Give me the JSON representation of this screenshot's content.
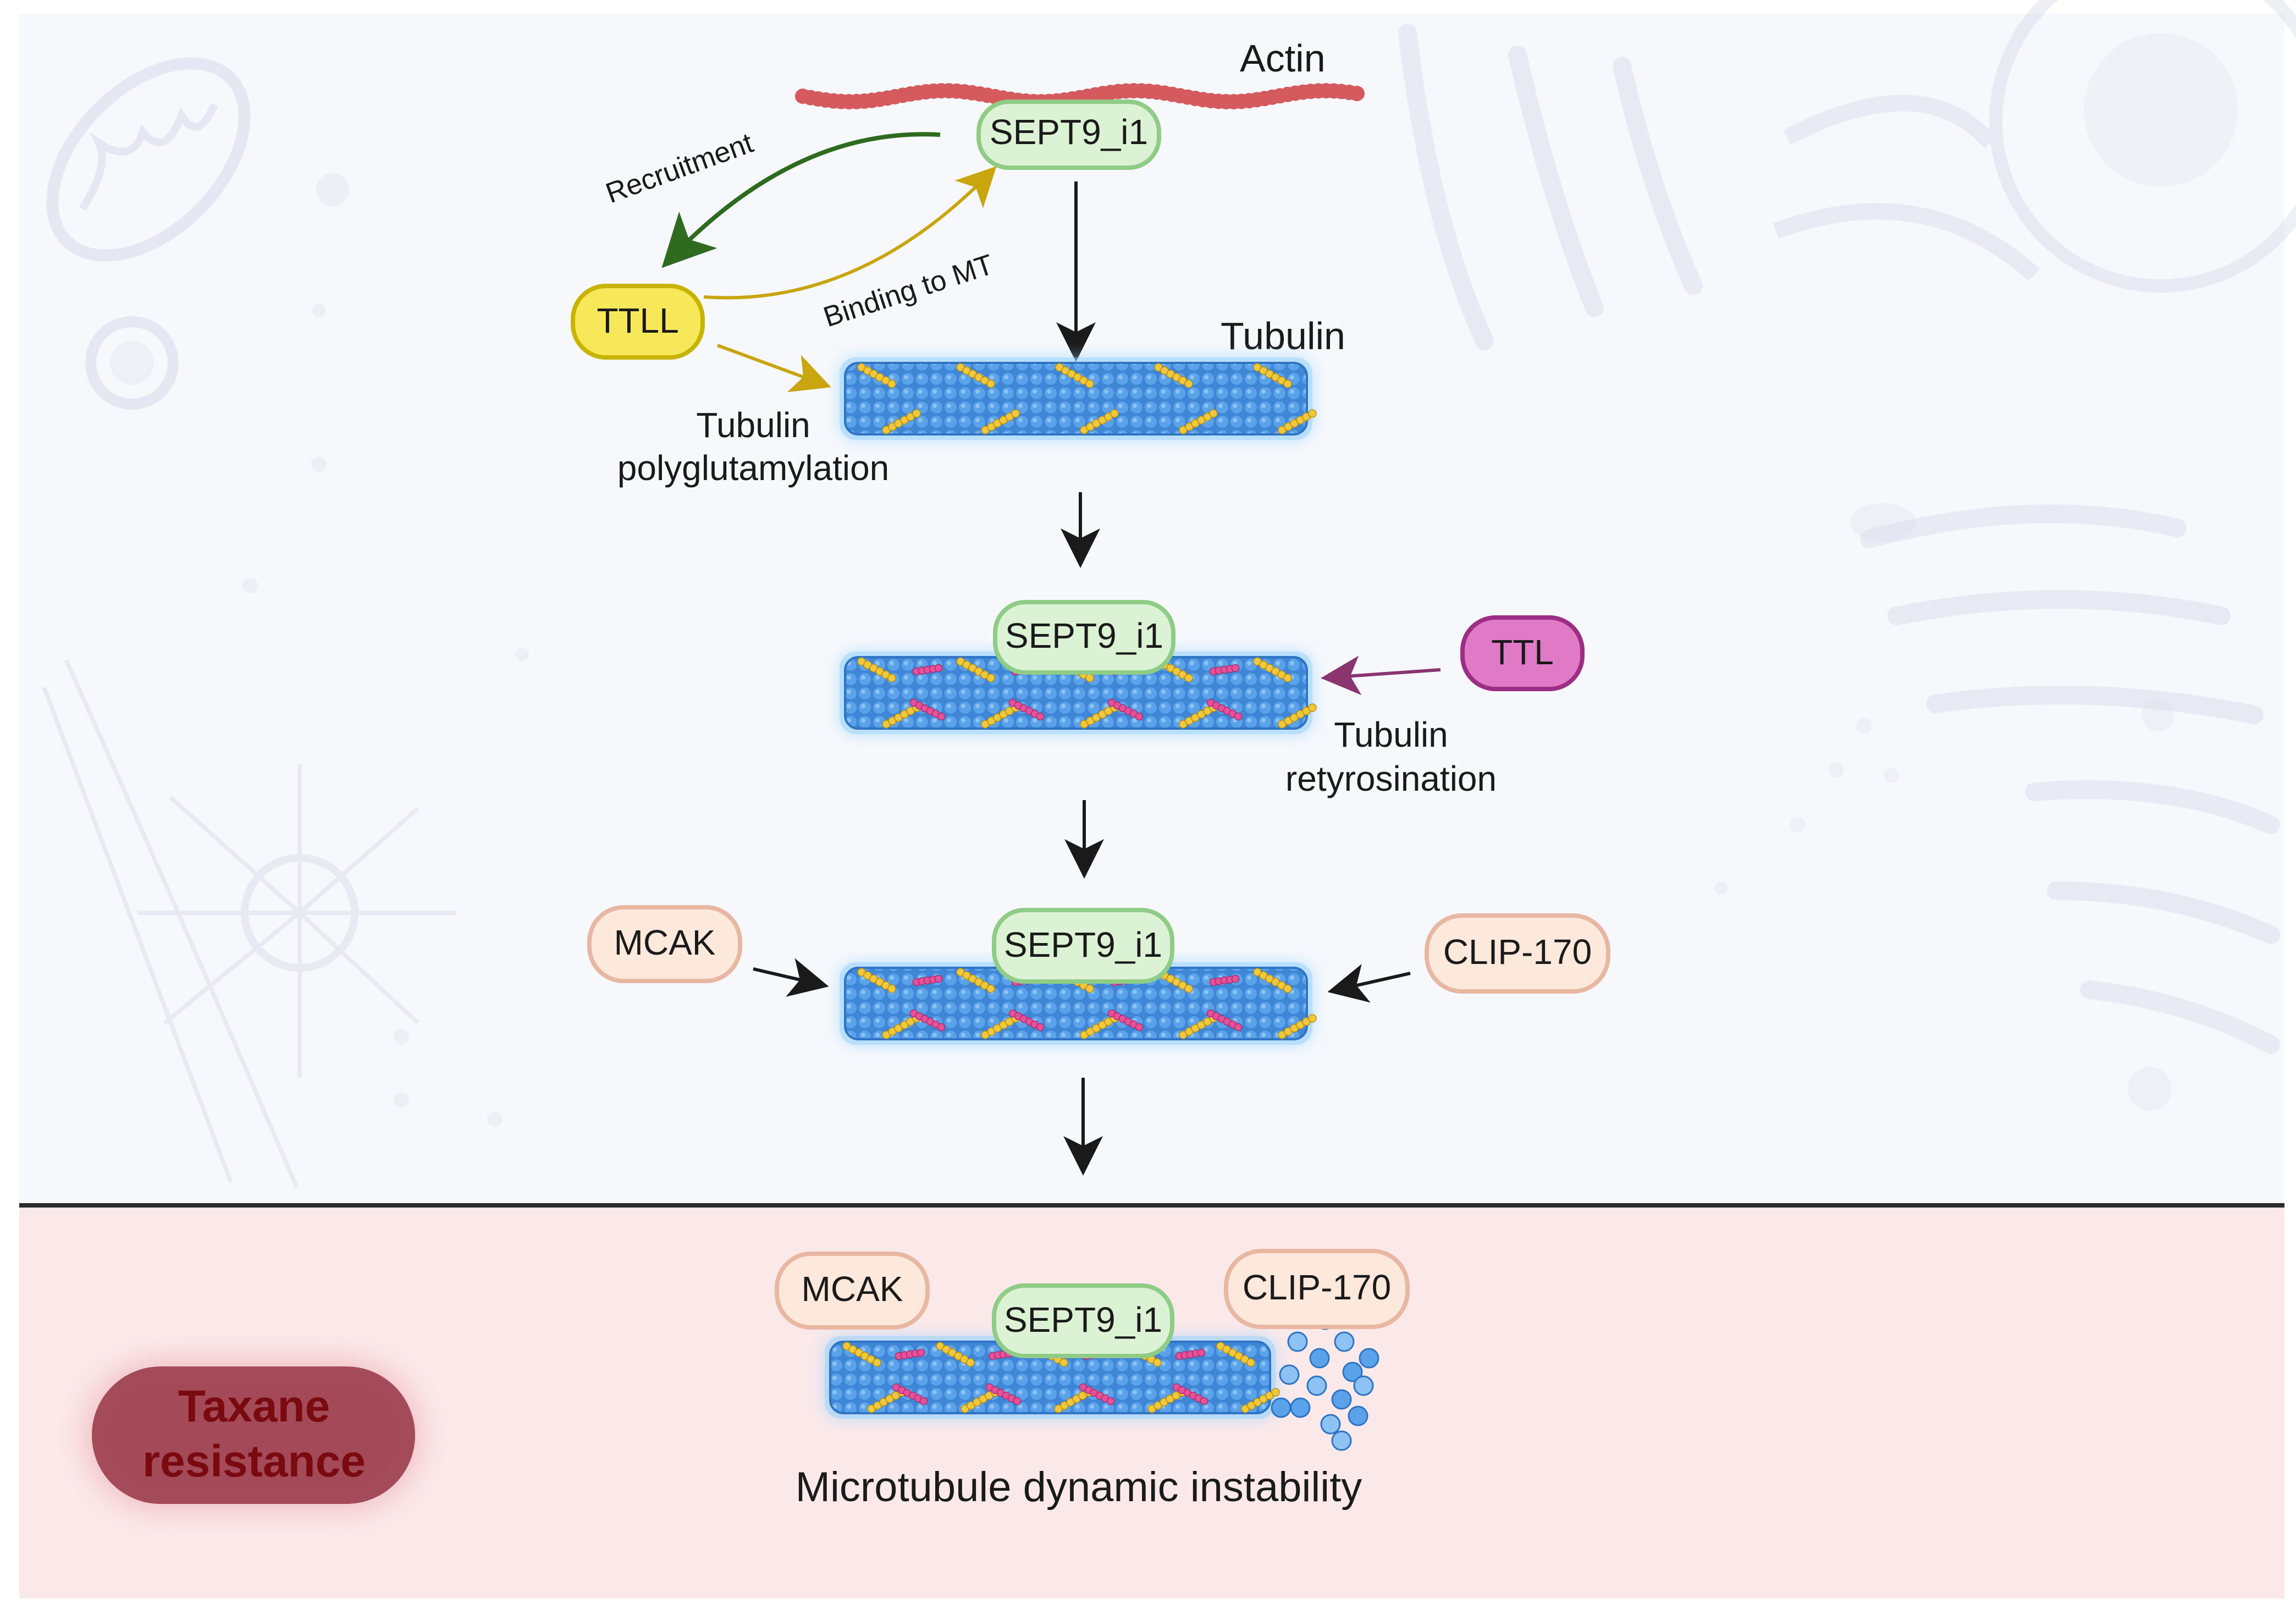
{
  "colors": {
    "background": "#f7f8fc",
    "bottom_panel": "#fbe9ea",
    "divider": "#2b2b2b",
    "sept9_fill": "#dcf2d4",
    "sept9_stroke": "#8fcc86",
    "ttll_fill": "#f7e85a",
    "ttll_stroke": "#c8b400",
    "ttl_fill": "#e07ac6",
    "ttl_stroke": "#9c2d85",
    "mcak_fill": "#fde8dc",
    "mcak_stroke": "#e8b7a2",
    "clip_fill": "#fde8dc",
    "clip_stroke": "#e8b7a2",
    "recruitment_arrow": "#2e6b1f",
    "binding_arrow": "#c9a50e",
    "ttl_arrow": "#8a3470",
    "taxane_fill": "#9b3d4d",
    "taxane_text": "#7a0a10",
    "microtubule": "#4a90d9",
    "glutamate_chain": "#f0c83a",
    "tyrosine_chain": "#e8509a",
    "actin": "#d45a5e"
  },
  "labels": {
    "actin": "Actin",
    "tubulin": "Tubulin",
    "recruitment": "Recruitment",
    "binding_to_mt": "Binding to MT",
    "polyglutamylation_line1": "Tubulin",
    "polyglutamylation_line2": "polyglutamylation",
    "retyrosination_line1": "Tubulin",
    "retyrosination_line2": "retyrosination",
    "instability": "Microtubule dynamic instability",
    "taxane_line1": "Taxane",
    "taxane_line2": "resistance"
  },
  "proteins": {
    "sept9_top": "SEPT9_i1",
    "sept9_step2": "SEPT9_i1",
    "sept9_step3": "SEPT9_i1",
    "sept9_bottom": "SEPT9_i1",
    "ttll": "TTLL",
    "ttl": "TTL",
    "mcak_step3": "MCAK",
    "clip_step3": "CLIP-170",
    "mcak_bottom": "MCAK",
    "clip_bottom": "CLIP-170"
  },
  "icons": [
    "mitochondrion-icon",
    "cell-nucleus-icon",
    "centrosome-icon",
    "golgi-icon",
    "endoplasmic-reticulum-icon"
  ]
}
